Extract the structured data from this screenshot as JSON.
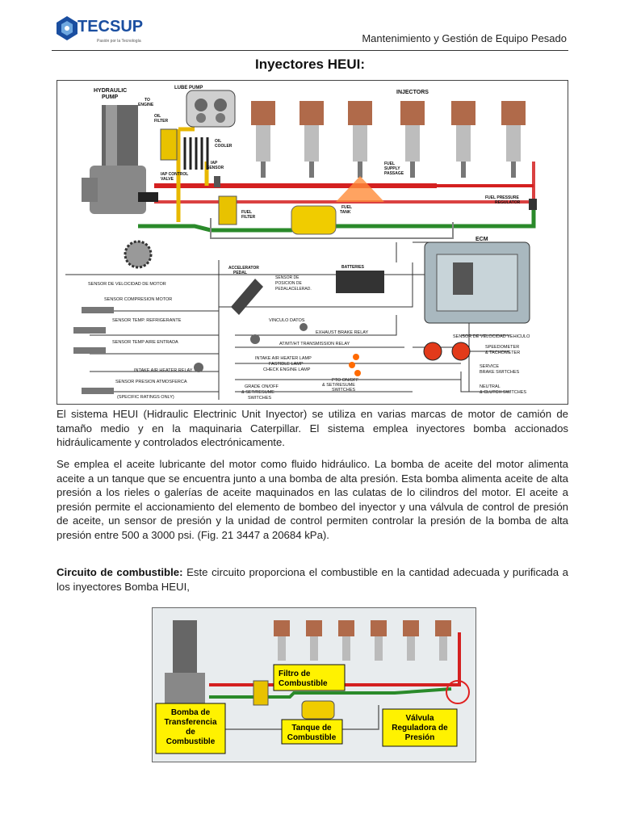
{
  "header": {
    "brand": "TECSUP",
    "tagline": "Pasión por la Tecnología",
    "title": "Mantenimiento y Gestión de Equipo Pesado"
  },
  "page_title": "Inyectores HEUI:",
  "diagram1": {
    "hydraulic_pump": [
      "HYDRAULIC",
      "PUMP"
    ],
    "lube_pump": "LUBE PUMP",
    "to_engine": [
      "TO",
      "ENGINE"
    ],
    "oil_filter": [
      "OIL",
      "FILTER"
    ],
    "oil_cooler": [
      "OIL",
      "COOLER"
    ],
    "iap_sensor": [
      "IAP",
      "SENSOR"
    ],
    "iap_control_valve": [
      "IAP CONTROL",
      "VALVE"
    ],
    "fuel_filter": [
      "FUEL",
      "FILTER"
    ],
    "fuel_tank": [
      "FUEL",
      "TANK"
    ],
    "injectors": "INJECTORS",
    "fuel_supply_passage": [
      "FUEL",
      "SUPPLY",
      "PASSAGE"
    ],
    "fuel_pressure_regulator": [
      "FUEL PRESSURE",
      "REGULATOR"
    ],
    "ecm": "ECM",
    "batteries": "BATTERIES",
    "accelerator_pedal": [
      "ACCELERATOR",
      "PEDAL"
    ],
    "sensor_posicion": [
      "SENSOR DE",
      "POSICION DE",
      "PEDALACELERAD."
    ],
    "left_sensors": [
      "SENSOR DE VELOCIDAD DE MOTOR",
      "SENSOR COMPRESION MOTOR",
      "SENSOR TEMP. REFRIGERANTE",
      "SENSOR TEMP AIRE ENTRADA",
      "INTAKE AIR HEATER RELAY",
      "SENSOR PRESION ATMOSFERCA",
      "(SPECIFIC RATINGS ONLY)"
    ],
    "center_items": [
      "VINCULO DATOS",
      "EXHAUST BRAKE RELAY",
      "AT/MT/HT TRANSMISSION RELAY",
      "INTAKE AIR HEATER LAMP",
      "FASTIDLE LAMP",
      "CHECK ENGINE LAMP",
      "PTO ON/OFF",
      "& SET/RESUME",
      "SWITCHES",
      "GRADE ON/OFF",
      "& SET/RESUME",
      "SWITCHES"
    ],
    "right_items": [
      "SENSOR DE VELOCIDAD VEHICULO",
      "SPEEDOMETER",
      "& TACHOMETER",
      "SERVICE",
      "BRAKE SWITCHES",
      "NEUTRAL",
      "& CLUTCH SWITCHES"
    ]
  },
  "paragraphs": {
    "p1": "El sistema HEUI (Hidraulic Electrinic Unit Inyector) se utiliza en varias marcas de motor de camión de tamaño medio y en la maquinaria Caterpillar. El sistema emplea inyectores bomba accionados hidráulicamente y controlados electrónicamente.",
    "p2": "Se emplea el aceite lubricante del motor como fluido hidráulico. La bomba de aceite del motor alimenta aceite a un tanque que se encuentra junto a una bomba de alta presión. Esta bomba alimenta aceite de alta presión a los rieles o galerías de aceite maquinados en las culatas de lo cilindros del motor. El aceite a presión permite el accionamiento del elemento de bombeo del inyector y una válvula de control de presión de aceite, un sensor de presión y la unidad de control permiten controlar la presión de la bomba de alta presión entre 500 a 3000 psi. (Fig. 21 3447 a 20684 kPa).",
    "p3_bold": "Circuito de combustible:",
    "p3_rest": " Este circuito proporciona el combustible en la cantidad adecuada y purificada a los inyectores Bomba HEUI,"
  },
  "diagram2": {
    "filtro": [
      "Filtro de",
      "Combustible"
    ],
    "bomba": [
      "Bomba de",
      "Transferencia",
      "de",
      "Combustible"
    ],
    "tanque": [
      "Tanque de",
      "Combustible"
    ],
    "valvula": [
      "Válvula",
      "Reguladora de",
      "Presión"
    ]
  },
  "colors": {
    "brand_blue": "#1a4ea0",
    "oil_red": "#d42020",
    "fuel_green": "#2a8a2a",
    "lube_yellow": "#e8b800",
    "callout_yellow": "#fff200"
  }
}
